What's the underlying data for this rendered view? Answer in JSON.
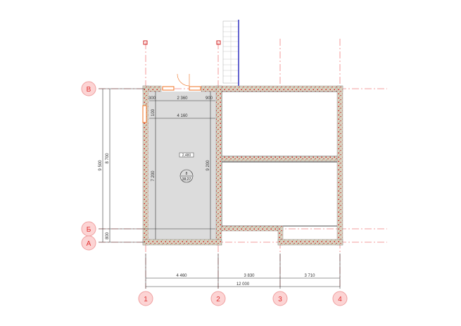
{
  "axes": {
    "rows": [
      "В",
      "Б",
      "А"
    ],
    "columns": [
      "1",
      "2",
      "3",
      "4"
    ]
  },
  "dimensions": {
    "bottom": [
      "4 460",
      "3 830",
      "3 710"
    ],
    "bottom_total": "12 000",
    "left_total": "9 500",
    "left_main": "8 700",
    "left_small": "800",
    "room_top": [
      "300",
      "2 360",
      "900"
    ],
    "room_side_small": "100",
    "room_width": "4 160",
    "room_height": "7 200",
    "room_height_right": "9 200"
  },
  "room": {
    "number": "8",
    "area": "38,27",
    "level_tag": "2,480"
  },
  "colors": {
    "axis": "#e03030",
    "wall_fill": "#d9d2c0",
    "room_fill": "#dcdcdc",
    "stair_line": "#3030c0",
    "door": "#f07020"
  }
}
